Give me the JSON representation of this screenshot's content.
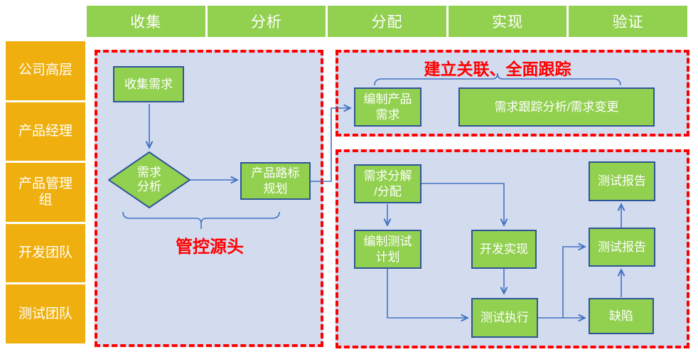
{
  "header": {
    "phases": [
      "收集",
      "分析",
      "分配",
      "实现",
      "验证"
    ]
  },
  "sidebar": {
    "roles": [
      "公司高层",
      "产品经理",
      "产品管理组",
      "开发团队",
      "测试团队"
    ]
  },
  "annotations": {
    "link_tracking": "建立关联、全面跟踪",
    "source_control": "管控源头"
  },
  "nodes": {
    "collect_requirements": "收集需求",
    "requirement_analysis": "需求\n分析",
    "product_roadmap": "产品路标\n规划",
    "compile_product_requirements": "编制产品\n需求",
    "requirement_tracking": "需求跟踪分析/需求变更",
    "requirement_decompose": "需求分解\n/分配",
    "compile_test_plan": "编制测试\n计划",
    "dev_implementation": "开发实现",
    "test_execution": "测试执行",
    "test_report_upper": "测试报告",
    "test_report_lower": "测试报告",
    "defect": "缺陷"
  },
  "colors": {
    "phase_green": "#92D050",
    "node_green": "#92D050",
    "node_border_blue": "#2F5597",
    "lane_orange": "#EFB00F",
    "region_fill_blue": "#D3DCEF",
    "dashed_border_red": "#FF0000",
    "arrow_blue": "#4472C4",
    "annotation_red": "#FF0000",
    "text_white": "#FFFFFF"
  }
}
